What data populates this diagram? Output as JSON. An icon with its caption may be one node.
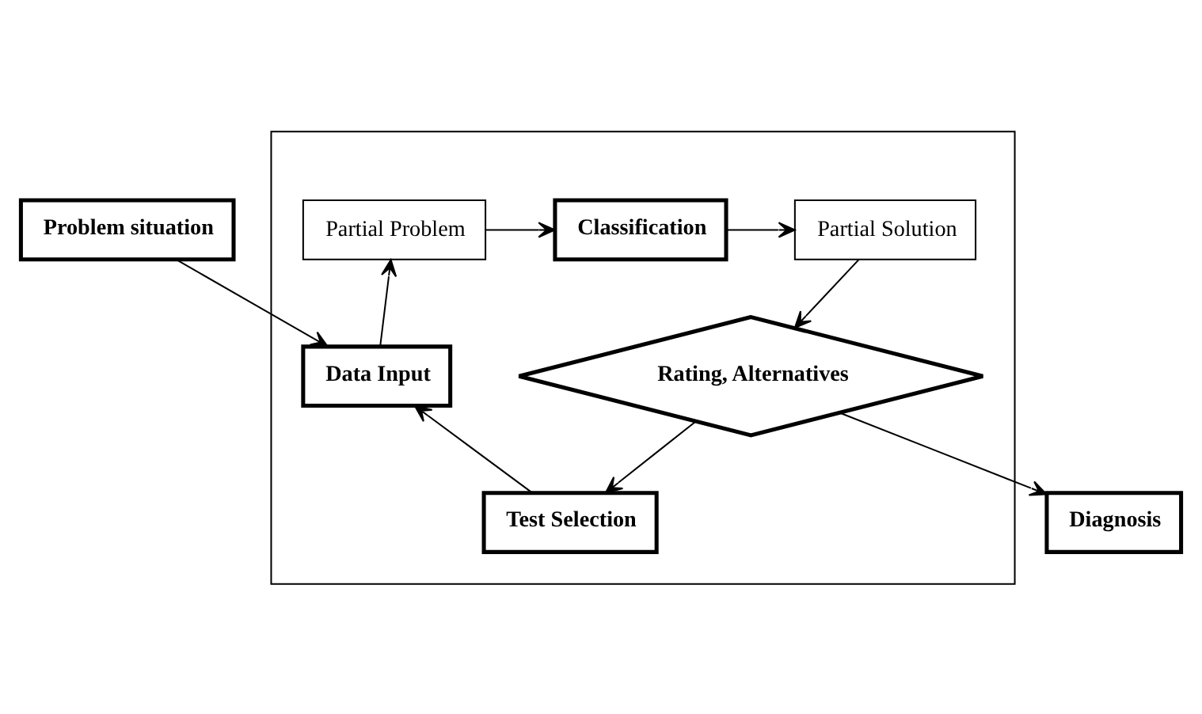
{
  "diagram": {
    "nodes": [
      {
        "text": [
          "Problem situation"
        ]
      },
      {
        "text": [
          "Diagnosis"
        ]
      },
      {
        "text": [],
        "shape": "box"
      },
      {
        "text": [
          "Partial Problem"
        ],
        "in": 2
      },
      {
        "text": [
          "Classification"
        ],
        "in": 2
      },
      {
        "text": [
          "Partial Solution"
        ],
        "in": 2
      },
      {
        "text": [
          "Data Input"
        ],
        "in": 2
      },
      {
        "text": [
          "Rating, Alternatives"
        ],
        "in": 2
      },
      {
        "text": [
          "Test Selection"
        ],
        "in": 2
      }
    ],
    "edges": [
      {
        "from": 0,
        "to": 6,
        "arrow": "to"
      },
      {
        "from": 6,
        "to": 3,
        "arrow": "to"
      },
      {
        "from": 3,
        "to": 4,
        "arrow": "to"
      },
      {
        "from": 4,
        "to": 5,
        "arrow": "to"
      },
      {
        "from": 5,
        "to": 7,
        "arrow": "to"
      },
      {
        "from": 7,
        "to": 1,
        "arrow": "to"
      },
      {
        "from": 7,
        "to": 8,
        "arrow": "to"
      },
      {
        "from": 8,
        "to": 6,
        "arrow": "to"
      }
    ]
  }
}
